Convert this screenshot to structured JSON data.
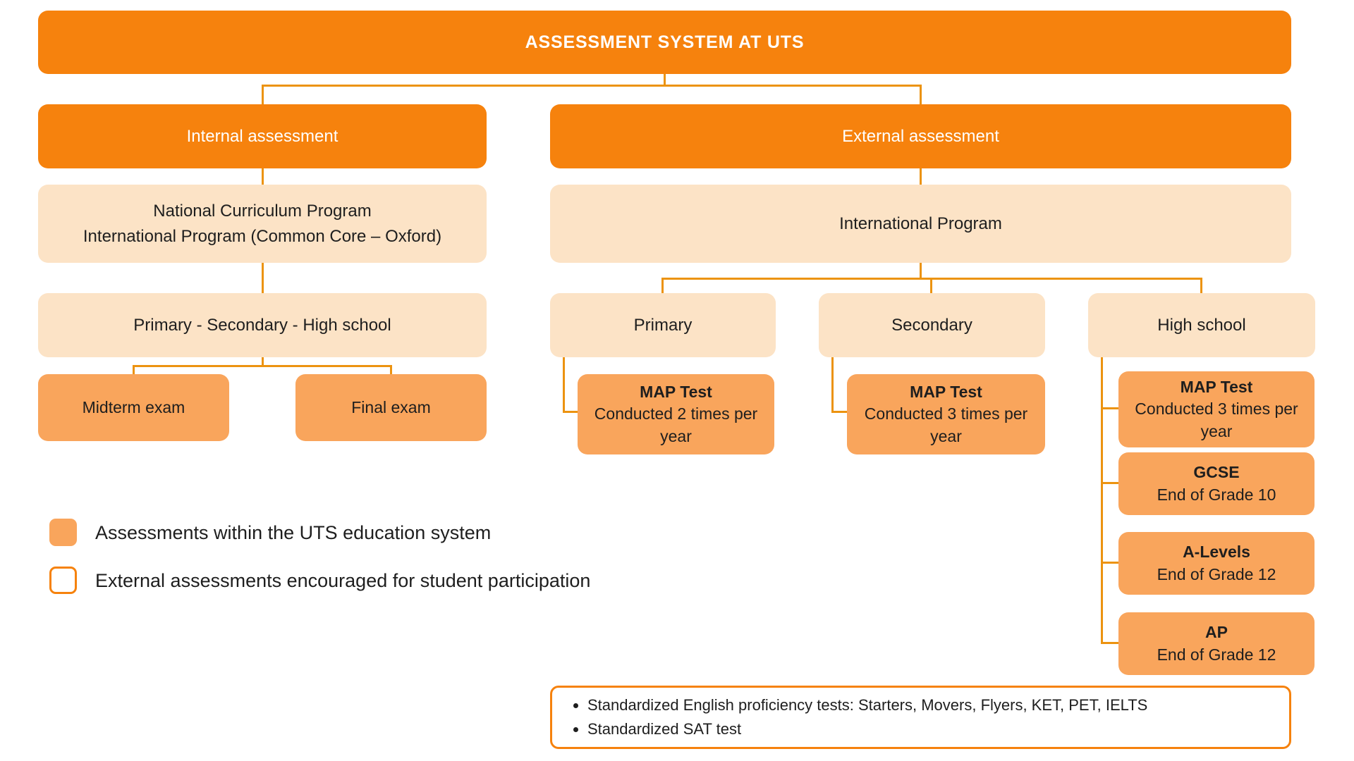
{
  "colors": {
    "orange_dark": "#F6820D",
    "orange_mid": "#F9A55C",
    "orange_light": "#FCE3C6",
    "line": "#EC9310",
    "text_dark": "#1E1E1E",
    "text_light": "#FFFFFF"
  },
  "title": {
    "label": "ASSESSMENT SYSTEM AT UTS"
  },
  "internal": {
    "header": "Internal assessment",
    "program_line1": "National Curriculum Program",
    "program_line2": "International Program (Common Core – Oxford)",
    "levels": "Primary - Secondary - High school",
    "midterm": "Midterm exam",
    "final": "Final exam"
  },
  "external": {
    "header": "External assessment",
    "program": "International Program",
    "primary": {
      "label": "Primary",
      "test": {
        "title": "MAP Test",
        "subtitle": "Conducted 2 times per year"
      }
    },
    "secondary": {
      "label": "Secondary",
      "test": {
        "title": "MAP Test",
        "subtitle": "Conducted 3 times per year"
      }
    },
    "high_school": {
      "label": "High school",
      "tests": [
        {
          "title": "MAP Test",
          "subtitle": "Conducted 3 times per year"
        },
        {
          "title": "GCSE",
          "subtitle": "End of Grade 10"
        },
        {
          "title": "A-Levels",
          "subtitle": "End of Grade 12"
        },
        {
          "title": "AP",
          "subtitle": "End of Grade 12"
        }
      ]
    }
  },
  "legend": {
    "items": [
      {
        "swatch": "filled-orange-square",
        "label": "Assessments within the UTS education system"
      },
      {
        "swatch": "outlined-orange-square",
        "label": "External assessments encouraged for student participation"
      }
    ]
  },
  "footnote": {
    "bullets": [
      "Standardized English proficiency tests: Starters, Movers, Flyers, KET, PET, IELTS",
      "Standardized SAT test"
    ]
  }
}
